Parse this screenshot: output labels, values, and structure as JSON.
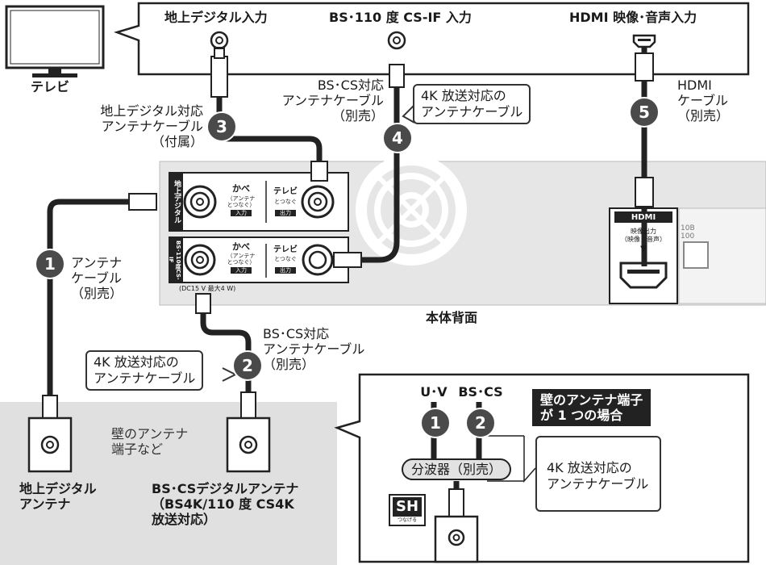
{
  "tv": {
    "label": "テレビ",
    "inputs": {
      "terrestrial": "地上デジタル入力",
      "bs_cs": "BS･110 度 CS-IF 入力",
      "hdmi": "HDMI 映像･音声入力"
    }
  },
  "cables": {
    "c3": {
      "num": "3",
      "label": "地上デジタル対応\nアンテナケーブル\n（付属）"
    },
    "c4": {
      "num": "4",
      "label": "BS･CS対応\nアンテナケーブル\n（別売）",
      "callout": "4K 放送対応の\nアンテナケーブル"
    },
    "c5": {
      "num": "5",
      "label": "HDMI\nケーブル\n（別売）"
    },
    "c1": {
      "num": "1",
      "label": "アンテナ\nケーブル\n（別売）"
    },
    "c2": {
      "num": "2",
      "label": "BS･CS対応\nアンテナケーブル\n（別売）",
      "callout": "4K 放送対応の\nアンテナケーブル"
    }
  },
  "recorder": {
    "label": "本体背面",
    "terrestrial_panel": "地上デジタル",
    "bs_panel": "BS･110度CS-IF",
    "wall_in": "かべ",
    "wall_in_sub": "（アンテナ\nとつなぐ）",
    "in_tag": "入力",
    "tv_out": "テレビ",
    "tv_out_sub": "とつなぐ",
    "out_tag": "出力",
    "power_note": "(DC15 V 最大4 W)",
    "hdmi_logo": "HDMI",
    "hdmi_out": "映像出力\n（映像・音声）",
    "hdmi_arrow": "▼",
    "edge_text": "10B\n100"
  },
  "antennas": {
    "terrestrial": "地上デジタル\nアンテナ",
    "note": "壁のアンテナ\n端子など",
    "bs_cs": "BS･CSデジタルアンテナ\n（BS4K/110 度 CS4K\n放送対応）"
  },
  "inset": {
    "title": "壁のアンテナ端子\nが 1 つの場合",
    "uv": "U･V",
    "bscs": "BS･CS",
    "n1": "1",
    "n2": "2",
    "splitter": "分波器（別売）",
    "callout": "4K 放送対応の\nアンテナケーブル",
    "sh_logo": "SH",
    "sh_sub": "つなげる"
  }
}
